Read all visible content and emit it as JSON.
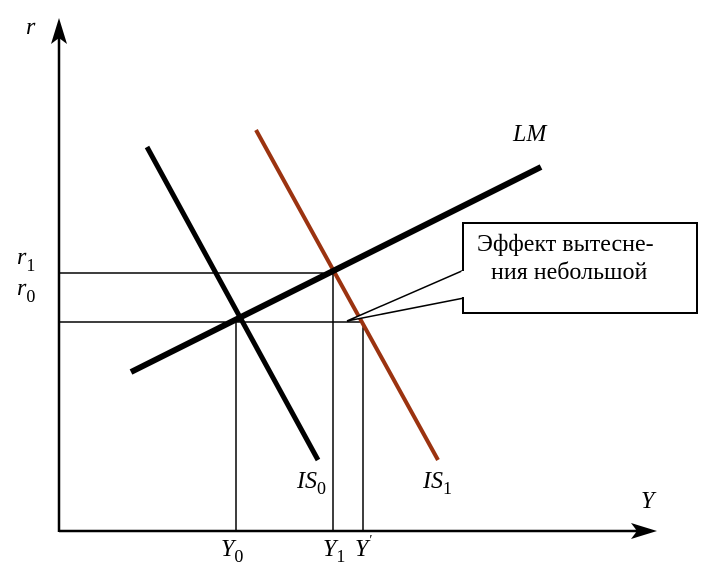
{
  "axes": {
    "y_label": "r",
    "x_label": "Y"
  },
  "levels": {
    "r1": {
      "base": "r",
      "sub": "1"
    },
    "r0": {
      "base": "r",
      "sub": "0"
    }
  },
  "outputs": {
    "y0": {
      "base": "Y",
      "sub": "0"
    },
    "y1": {
      "base": "Y",
      "sub": "1"
    },
    "y_prime": {
      "base": "Y",
      "mark": "′"
    }
  },
  "curves": {
    "lm": {
      "label": "LM",
      "color": "#000000"
    },
    "is0": {
      "base": "IS",
      "sub": "0",
      "color": "#000000"
    },
    "is1": {
      "base": "IS",
      "sub": "1",
      "color": "#9b3310"
    }
  },
  "callout": {
    "line1": "Эффект вытесне-",
    "line2": "ния небольшой"
  }
}
